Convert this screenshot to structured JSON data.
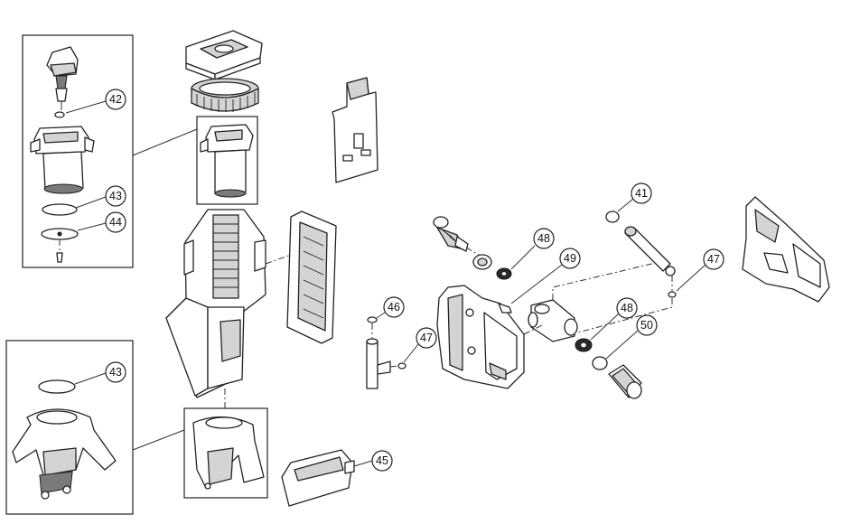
{
  "callouts": {
    "c41": "41",
    "c42": "42",
    "c43a": "43",
    "c43b": "43",
    "c44": "44",
    "c45": "45",
    "c46": "46",
    "c47a": "47",
    "c47b": "47",
    "c48a": "48",
    "c48b": "48",
    "c49": "49",
    "c50": "50"
  },
  "colors": {
    "line": "#222222",
    "fill_light": "#ffffff",
    "fill_grey": "#d4d4d4"
  }
}
